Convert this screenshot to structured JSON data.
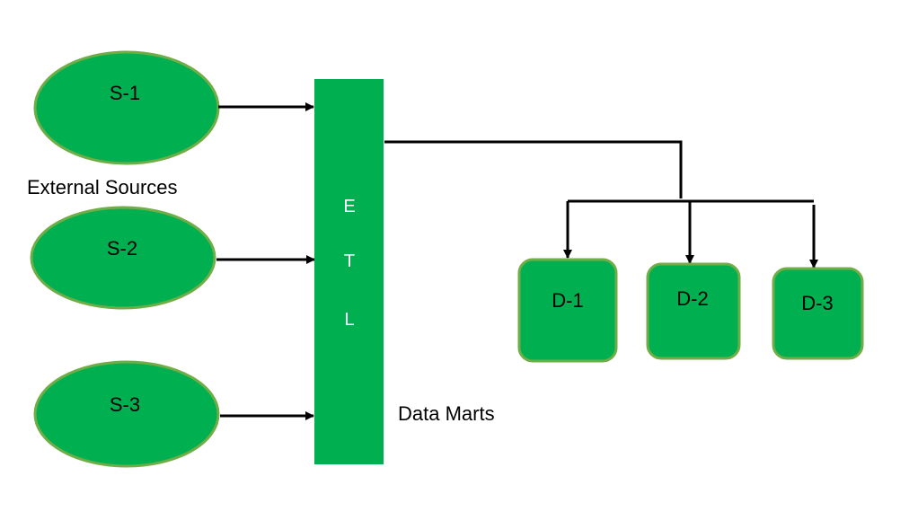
{
  "sources": [
    {
      "label": "S-1"
    },
    {
      "label": "S-2"
    },
    {
      "label": "S-3"
    }
  ],
  "etl": {
    "letters": [
      "E",
      "T",
      "L"
    ]
  },
  "marts": [
    {
      "label": "D-1"
    },
    {
      "label": "D-2"
    },
    {
      "label": "D-3"
    }
  ],
  "labels": {
    "external_sources": "External Sources",
    "data_marts": "Data Marts"
  },
  "colors": {
    "shape_fill": "#00b050",
    "shape_stroke": "#70ad47",
    "etl_fill": "#00b050",
    "connector": "#000000"
  }
}
